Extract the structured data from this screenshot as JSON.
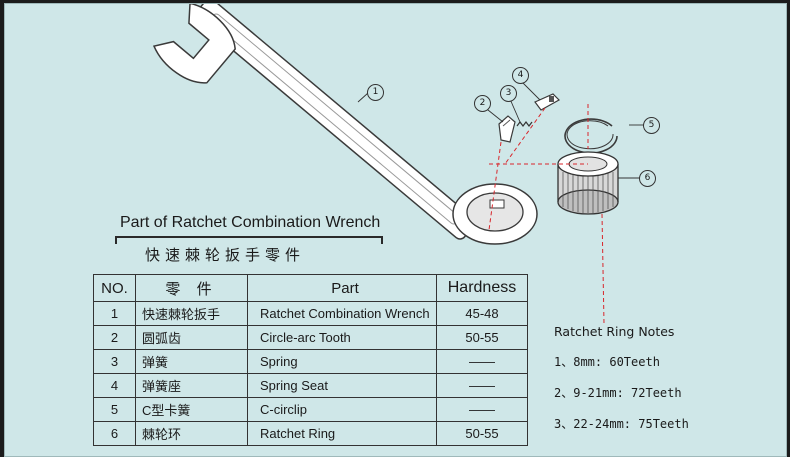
{
  "title_en": "Part of Ratchet Combination Wrench",
  "title_cn": "快速棘轮扳手零件",
  "table": {
    "headers": {
      "no": "NO.",
      "cn": "零 件",
      "en": "Part",
      "hardness": "Hardness"
    },
    "rows": [
      {
        "no": "1",
        "cn": "快速棘轮扳手",
        "en": "Ratchet Combination Wrench",
        "hardness": "45-48"
      },
      {
        "no": "2",
        "cn": "圆弧齿",
        "en": "Circle-arc Tooth",
        "hardness": "50-55"
      },
      {
        "no": "3",
        "cn": "弹簧",
        "en": "Spring",
        "hardness": "——"
      },
      {
        "no": "4",
        "cn": "弹簧座",
        "en": "Spring Seat",
        "hardness": "——"
      },
      {
        "no": "5",
        "cn": "C型卡簧",
        "en": "C-circlip",
        "hardness": "——"
      },
      {
        "no": "6",
        "cn": "棘轮环",
        "en": "Ratchet Ring",
        "hardness": "50-55"
      }
    ]
  },
  "notes": {
    "title": "Ratchet Ring Notes",
    "items": [
      "1、8mm: 60Teeth",
      "2、9-21mm: 72Teeth",
      "3、22-24mm: 75Teeth"
    ]
  },
  "callouts": [
    "1",
    "2",
    "3",
    "4",
    "5",
    "6"
  ],
  "colors": {
    "background": "#cfe7e8",
    "frame": "#1c1c1c",
    "guide_line": "#d8262b",
    "ink": "#222222"
  }
}
